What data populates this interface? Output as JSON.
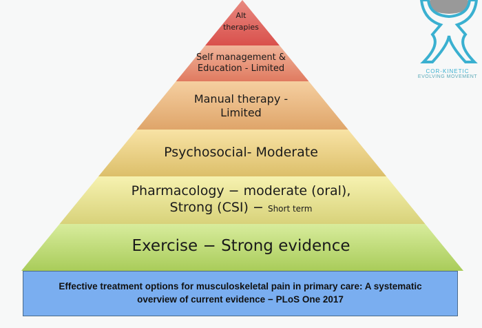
{
  "pyramid": {
    "tiers": [
      {
        "line1": "Alt",
        "line2": "therapies",
        "color_top": "#e88a80",
        "color_bottom": "#d9504c"
      },
      {
        "line1": "Self management &",
        "line2": "Education - Limited",
        "color_top": "#f0b59a",
        "color_bottom": "#e07a60"
      },
      {
        "line1": "Manual therapy -",
        "line2": "Limited",
        "color_top": "#f5cfa0",
        "color_bottom": "#dfa56a"
      },
      {
        "line1": "Psychosocial- Moderate",
        "color_top": "#f8e3a5",
        "color_bottom": "#dcbf6a"
      },
      {
        "line1": "Pharmacology − moderate (oral),",
        "line2": "Strong (CSI) − ",
        "line2_small": "Short term",
        "color_top": "#f6f2b0",
        "color_bottom": "#d8d27a"
      },
      {
        "line1": "Exercise − Strong evidence",
        "color_top": "#d8ec9c",
        "color_bottom": "#a9cc5a"
      }
    ]
  },
  "citation": {
    "line1": "Effective treatment options for musculoskeletal pain in primary care: A systematic",
    "line2": "overview of current evidence − PLoS One 2017"
  },
  "logo": {
    "name": "COR-KINETIC",
    "tagline": "EVOLVING MOVEMENT",
    "color": "#3ab0d0"
  }
}
